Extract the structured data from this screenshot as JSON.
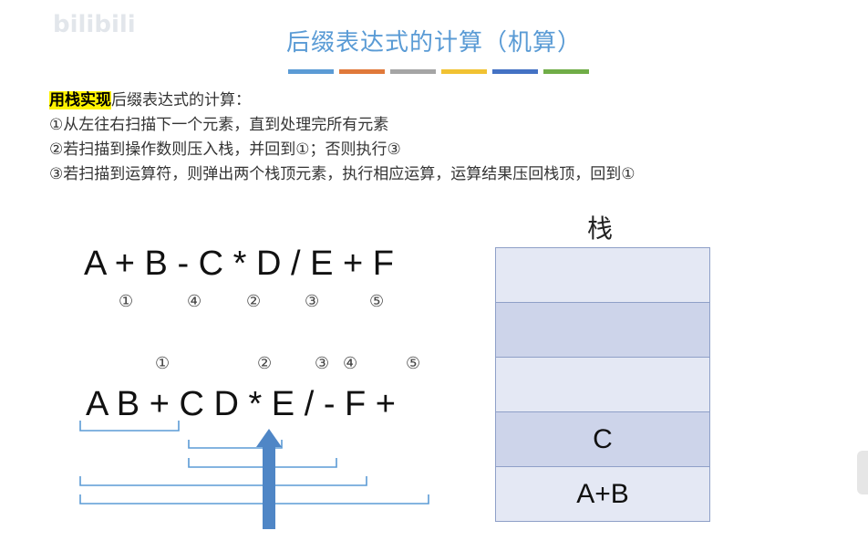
{
  "header": {
    "title": "后缀表达式的计算（机算）",
    "accent_bars": [
      "#5b9bd5",
      "#e0793a",
      "#a5a5a5",
      "#f1c232",
      "#4472c4",
      "#70ad47"
    ]
  },
  "rules": {
    "highlight": "用栈实现",
    "intro_rest": "后缀表达式的计算：",
    "step1": "①从左往右扫描下一个元素，直到处理完所有元素",
    "step2": "②若扫描到操作数则压入栈，并回到①；否则执行③",
    "step3": "③若扫描到运算符，则弹出两个栈顶元素，执行相应运算，运算结果压回栈顶，回到①"
  },
  "infix": {
    "expression": "A + B - C * D / E + F",
    "markers": [
      "①",
      "④",
      "②",
      "③",
      "⑤"
    ]
  },
  "postfix": {
    "expression": "A B + C D * E / - F +",
    "markers": [
      "①",
      "②",
      "③",
      "④",
      "⑤"
    ]
  },
  "stack": {
    "label": "栈",
    "cells": [
      "",
      "",
      "",
      "C",
      "A+B"
    ]
  }
}
